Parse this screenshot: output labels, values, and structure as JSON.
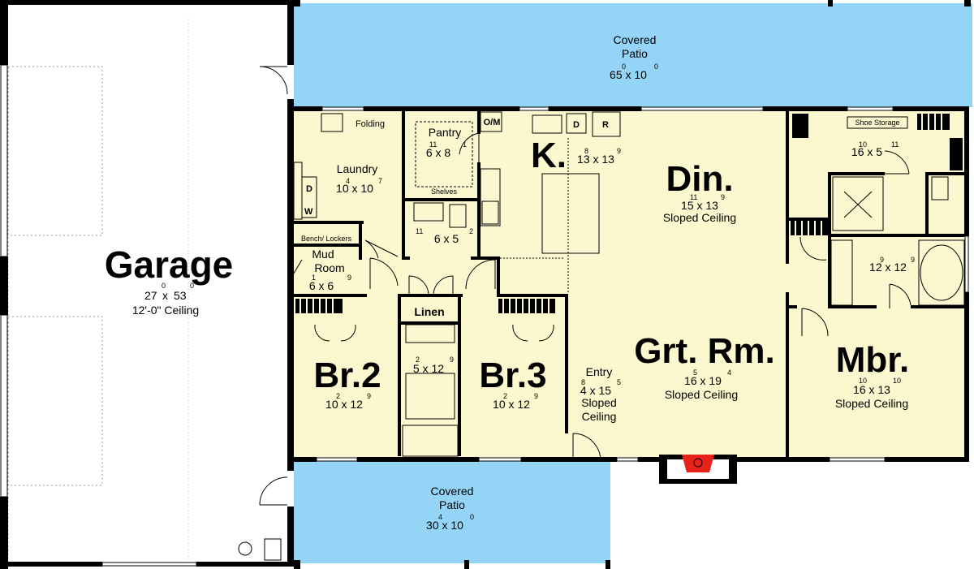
{
  "colors": {
    "wall": "#000000",
    "interior_fill": "#fbf8cf",
    "patio_fill": "#94d4f7",
    "garage_fill": "#ffffff",
    "fireplace": "#e8221b"
  },
  "rooms": {
    "garage": {
      "name": "Garage",
      "dim_w": "27",
      "dim_w_sup": "0",
      "dim_x": "x",
      "dim_h": "53",
      "dim_h_sup": "0",
      "note": "12'-0\" Ceiling"
    },
    "patio_top": {
      "name1": "Covered",
      "name2": "Patio",
      "dim": "65 x 10",
      "sup1": "0",
      "sup2": "0"
    },
    "patio_bottom": {
      "name1": "Covered",
      "name2": "Patio",
      "dim": "30 x 10",
      "sup1": "4",
      "sup2": "0"
    },
    "laundry": {
      "name": "Laundry",
      "dim": "10 x 10",
      "sup1": "4",
      "sup2": "7",
      "folding": "Folding",
      "d": "D",
      "w": "W"
    },
    "pantry": {
      "name": "Pantry",
      "dim": "6 x 8",
      "sup1": "11",
      "sup2": "1",
      "shelves": "Shelves"
    },
    "kitchen": {
      "name": "K.",
      "dim": "13 x 13",
      "sup1": "8",
      "sup2": "9",
      "om": "O/M",
      "d": "D",
      "r": "R"
    },
    "dining": {
      "name": "Din.",
      "dim": "15 x 13",
      "sup1": "11",
      "sup2": "9",
      "note": "Sloped Ceiling"
    },
    "bath2": {
      "dim": "6 x 5",
      "sup1": "11",
      "sup2": "2"
    },
    "mudroom": {
      "name1": "Mud",
      "name2": "Room",
      "dim": "6 x 6",
      "sup1": "1",
      "sup2": "9",
      "bench": "Bench/ Lockers"
    },
    "linen": {
      "name": "Linen"
    },
    "bath_hall": {
      "dim": "5 x 12",
      "sup1": "2",
      "sup2": "9"
    },
    "br2": {
      "name": "Br.2",
      "dim": "10 x 12",
      "sup1": "2",
      "sup2": "9"
    },
    "br3": {
      "name": "Br.3",
      "dim": "10 x 12",
      "sup1": "2",
      "sup2": "9"
    },
    "entry": {
      "name": "Entry",
      "dim": "4 x 15",
      "sup1": "8",
      "sup2": "5",
      "note1": "Sloped",
      "note2": "Ceiling"
    },
    "great_room": {
      "name": "Grt. Rm.",
      "dim": "16 x 19",
      "sup1": "5",
      "sup2": "4",
      "note": "Sloped Ceiling"
    },
    "closet_master": {
      "label": "Shoe Storage",
      "dim": "16 x 5",
      "sup1": "10",
      "sup2": "11"
    },
    "master_bath": {
      "dim": "12 x 12",
      "sup1": "9",
      "sup2": "9"
    },
    "master": {
      "name": "Mbr.",
      "dim": "16 x 13",
      "sup1": "10",
      "sup2": "10",
      "note": "Sloped Ceiling"
    }
  }
}
